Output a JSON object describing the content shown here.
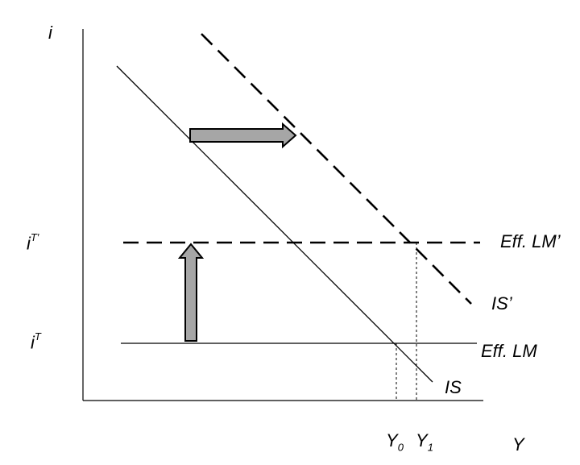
{
  "axes": {
    "y_label": "i",
    "x_label": "Y"
  },
  "rate_labels": {
    "target_base": "i",
    "target_sup": "T",
    "new_target_base": "i",
    "new_target_sup": "T′"
  },
  "output_labels": {
    "y0_base": "Y",
    "y0_sub": "0",
    "y1_base": "Y",
    "y1_sub": "1"
  },
  "curve_labels": {
    "is": "IS",
    "is_shifted": "IS’",
    "eff_lm": "Eff. LM",
    "eff_lm_shifted": "Eff. LM’"
  },
  "colors": {
    "line": "#000000",
    "arrow_fill": "#a6a6a6",
    "arrow_stroke": "#000000"
  }
}
